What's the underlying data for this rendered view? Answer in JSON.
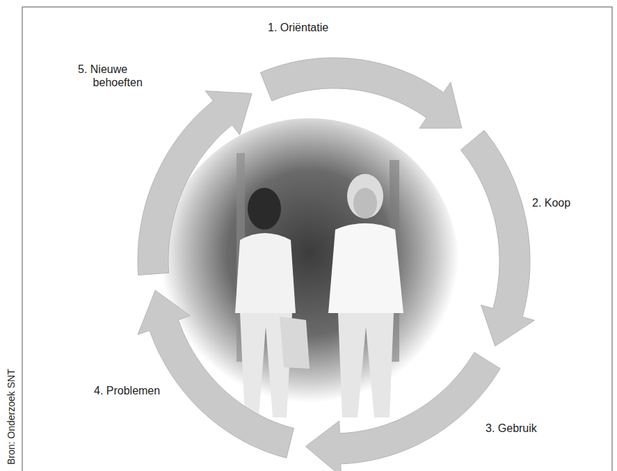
{
  "diagram": {
    "labels": [
      "1. Oriëntatie",
      "2. Koop",
      "3. Gebruik",
      "4. Problemen",
      "5. Nieuwe behoeften",
      "Bron: Onderzoek SNT"
    ]
  }
}
